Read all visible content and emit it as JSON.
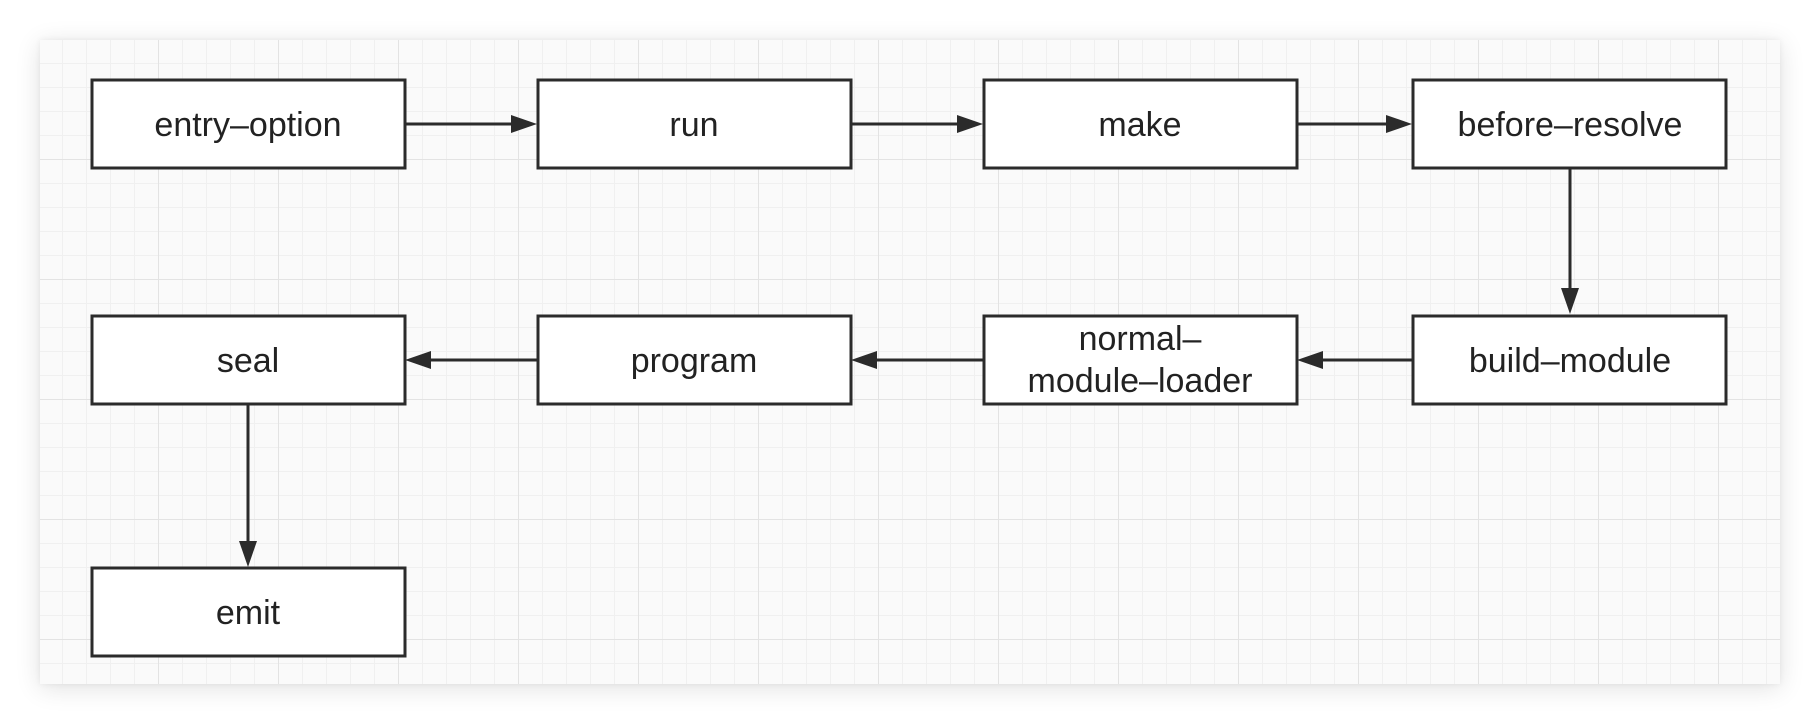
{
  "diagram": {
    "nodes": [
      {
        "id": "entry-option",
        "label": "entry–option"
      },
      {
        "id": "run",
        "label": "run"
      },
      {
        "id": "make",
        "label": "make"
      },
      {
        "id": "before-resolve",
        "label": "before–resolve"
      },
      {
        "id": "build-module",
        "label": "build–module"
      },
      {
        "id": "normal-module-loader",
        "label_line1": "normal–",
        "label_line2": "module–loader"
      },
      {
        "id": "program",
        "label": "program"
      },
      {
        "id": "seal",
        "label": "seal"
      },
      {
        "id": "emit",
        "label": "emit"
      }
    ],
    "edges": [
      {
        "from": "entry-option",
        "to": "run"
      },
      {
        "from": "run",
        "to": "make"
      },
      {
        "from": "make",
        "to": "before-resolve"
      },
      {
        "from": "before-resolve",
        "to": "build-module"
      },
      {
        "from": "build-module",
        "to": "normal-module-loader"
      },
      {
        "from": "normal-module-loader",
        "to": "program"
      },
      {
        "from": "program",
        "to": "seal"
      },
      {
        "from": "seal",
        "to": "emit"
      }
    ]
  }
}
